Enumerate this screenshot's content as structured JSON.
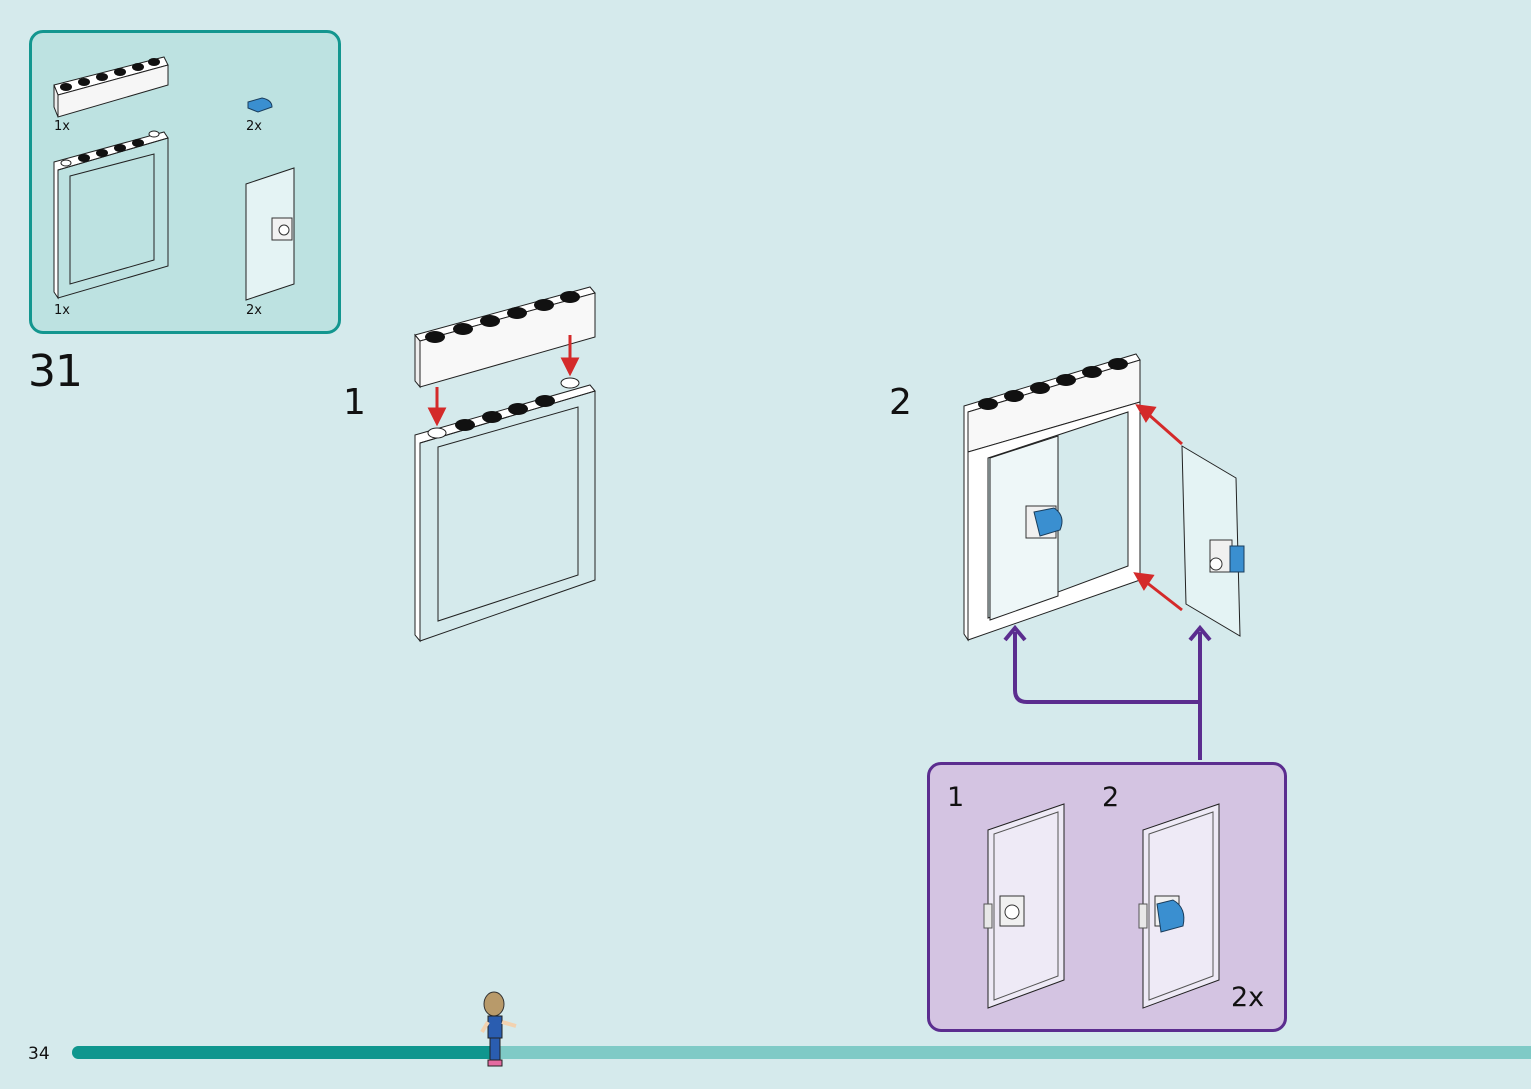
{
  "page": {
    "number": "34",
    "background": "#d5eaec"
  },
  "step": {
    "number": "31"
  },
  "parts_list": {
    "items": [
      {
        "name": "brick 1x6 white",
        "qty": "1x"
      },
      {
        "name": "tile round half blue",
        "qty": "2x"
      },
      {
        "name": "door frame 1x6x7 white",
        "qty": "1x"
      },
      {
        "name": "door transparent with clip",
        "qty": "2x"
      }
    ],
    "border_color": "#13968f",
    "fill_color": "#bde2e1"
  },
  "substeps": [
    {
      "number": "1"
    },
    {
      "number": "2"
    }
  ],
  "callout": {
    "substeps": [
      {
        "number": "1"
      },
      {
        "number": "2"
      }
    ],
    "multiplier": "2x",
    "border_color": "#5b2d8f",
    "fill_color": "#d4c4e2"
  },
  "progress": {
    "fraction": 0.29,
    "fill_color": "#0f968e",
    "track_color": "#7fcac6"
  },
  "colors": {
    "arrow_red": "#d42a2a",
    "arrow_purple": "#5b2d8f",
    "brick_blue": "#3a8fd0"
  }
}
